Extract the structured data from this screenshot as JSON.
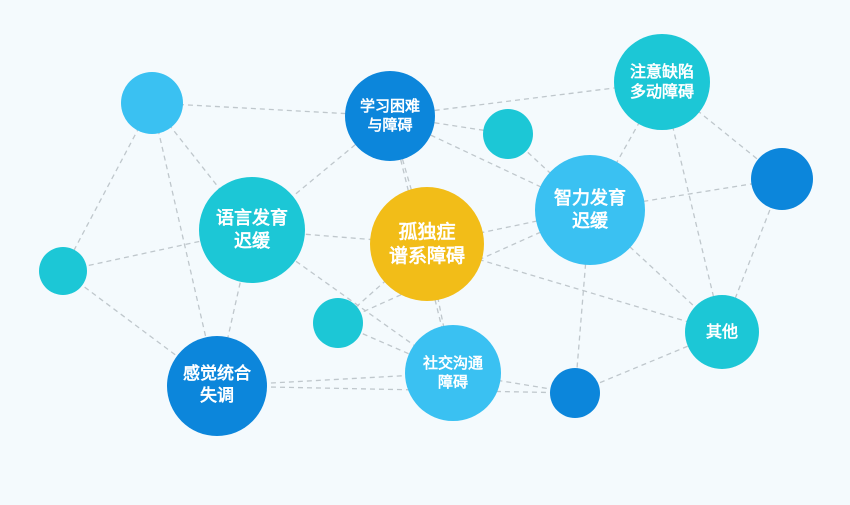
{
  "colors": {
    "background": "#f4fafd",
    "link": "#bfc7cc",
    "accent": "#f2bd18",
    "cyan": "#1cc7d6",
    "light_blue": "#3ac1f2",
    "dark_blue": "#0c86db",
    "label": "#ffffff"
  },
  "nodes": [
    {
      "id": "autism",
      "label": "孤独症\n谱系障碍",
      "color": "accent"
    },
    {
      "id": "learning",
      "label": "学习困难\n与障碍",
      "color": "dark_blue"
    },
    {
      "id": "language",
      "label": "语言发育\n迟缓",
      "color": "cyan"
    },
    {
      "id": "intellectual",
      "label": "智力发育\n迟缓",
      "color": "light_blue"
    },
    {
      "id": "adhd",
      "label": "注意缺陷\n多动障碍",
      "color": "cyan"
    },
    {
      "id": "sensory",
      "label": "感觉统合\n失调",
      "color": "dark_blue"
    },
    {
      "id": "social",
      "label": "社交沟通\n障碍",
      "color": "light_blue"
    },
    {
      "id": "other",
      "label": "其他",
      "color": "cyan"
    },
    {
      "id": "blank1",
      "label": "",
      "color": "light_blue"
    },
    {
      "id": "blank2",
      "label": "",
      "color": "cyan"
    },
    {
      "id": "blank3",
      "label": "",
      "color": "cyan"
    },
    {
      "id": "blank4",
      "label": "",
      "color": "cyan"
    },
    {
      "id": "blank5",
      "label": "",
      "color": "dark_blue"
    },
    {
      "id": "blank6",
      "label": "",
      "color": "dark_blue"
    }
  ],
  "links": [
    [
      "blank1",
      "learning"
    ],
    [
      "blank1",
      "language"
    ],
    [
      "blank1",
      "blank2"
    ],
    [
      "blank1",
      "sensory"
    ],
    [
      "learning",
      "language"
    ],
    [
      "learning",
      "adhd"
    ],
    [
      "learning",
      "blank3"
    ],
    [
      "learning",
      "intellectual"
    ],
    [
      "learning",
      "autism"
    ],
    [
      "learning",
      "social"
    ],
    [
      "adhd",
      "intellectual"
    ],
    [
      "adhd",
      "blank5"
    ],
    [
      "adhd",
      "other"
    ],
    [
      "blank3",
      "intellectual"
    ],
    [
      "intellectual",
      "blank5"
    ],
    [
      "intellectual",
      "autism"
    ],
    [
      "intellectual",
      "blank4"
    ],
    [
      "intellectual",
      "other"
    ],
    [
      "intellectual",
      "blank6"
    ],
    [
      "language",
      "autism"
    ],
    [
      "language",
      "blank2"
    ],
    [
      "language",
      "sensory"
    ],
    [
      "language",
      "social"
    ],
    [
      "blank2",
      "sensory"
    ],
    [
      "autism",
      "blank4"
    ],
    [
      "autism",
      "social"
    ],
    [
      "autism",
      "other"
    ],
    [
      "blank4",
      "social"
    ],
    [
      "sensory",
      "social"
    ],
    [
      "sensory",
      "blank6"
    ],
    [
      "social",
      "blank6"
    ],
    [
      "blank6",
      "other"
    ],
    [
      "other",
      "blank5"
    ]
  ]
}
